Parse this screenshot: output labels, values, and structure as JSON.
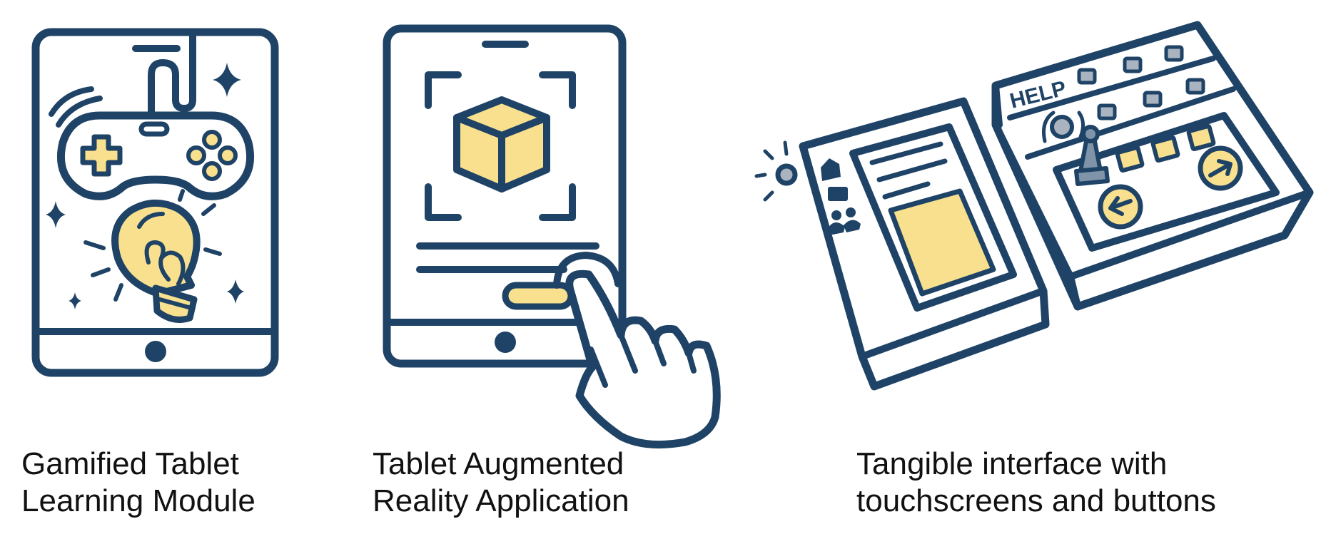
{
  "colors": {
    "stroke": "#1f4366",
    "fill_yellow": "#f8e08e",
    "screen_white": "#ffffff",
    "button_gray": "#a9b4c0",
    "text": "#111111"
  },
  "panels": [
    {
      "icon_names": [
        "tablet-icon",
        "gamepad-icon",
        "lightbulb-icon",
        "sparkle-icon"
      ],
      "caption_lines": [
        "Gamified Tablet",
        "Learning Module"
      ]
    },
    {
      "icon_names": [
        "tablet-icon",
        "ar-cube-icon",
        "hand-pointer-icon"
      ],
      "caption_lines": [
        "Tablet Augmented",
        "Reality Application"
      ]
    },
    {
      "icon_names": [
        "tangible-device-icon",
        "touchscreen-icon",
        "game-piece-icon",
        "arrow-button-icon"
      ],
      "device_label": "HELP",
      "caption_lines": [
        "Tangible interface with",
        "touchscreens and buttons"
      ]
    }
  ]
}
